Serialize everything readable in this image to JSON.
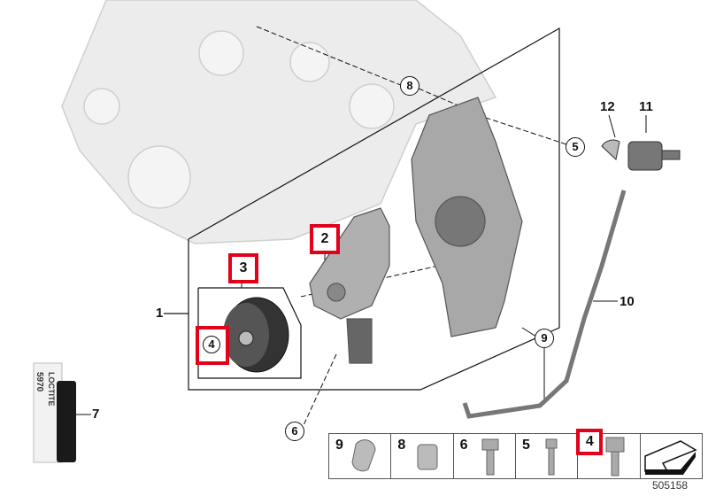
{
  "callouts": {
    "c1": "1",
    "c2": "2",
    "c3": "3",
    "c4": "4",
    "c5": "5",
    "c6": "6",
    "c7": "7",
    "c8": "8",
    "c9": "9",
    "c10": "10",
    "c11": "11",
    "c12": "12"
  },
  "highlighted_parts": [
    "2",
    "3",
    "4"
  ],
  "sealant_label": {
    "brand": "LOCTITE",
    "product": "5970"
  },
  "legend": {
    "items": [
      {
        "num": "9",
        "icon": "clamp-icon"
      },
      {
        "num": "8",
        "icon": "sleeve-icon"
      },
      {
        "num": "6",
        "icon": "bolt-icon"
      },
      {
        "num": "5",
        "icon": "stud-bolt-icon"
      },
      {
        "num": "4",
        "icon": "hex-bolt-icon",
        "highlighted": true
      },
      {
        "icon": "arrow-icon"
      }
    ]
  },
  "document_number": "505158",
  "colors": {
    "highlight": "#e2001a",
    "part_gray": "#9a9a9a",
    "block_gray": "#e6e6e6"
  }
}
